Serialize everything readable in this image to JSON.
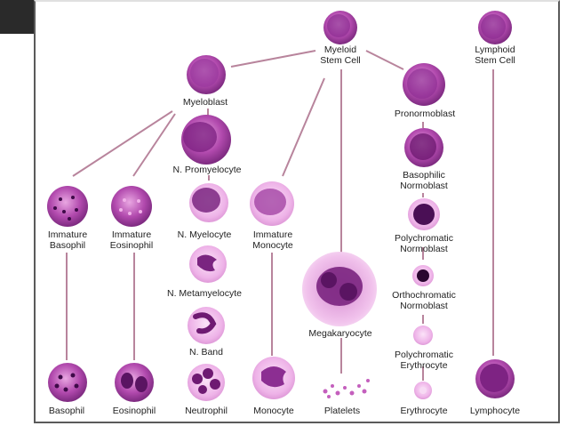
{
  "colors": {
    "cell_light": "#f6c9f2",
    "cell_mid": "#c05cb8",
    "cell_dark": "#6e1a72",
    "nucleus": "#3e0a48",
    "connector": "#b8849c",
    "frame": "#5a5a5a"
  },
  "labels": {
    "myeloid_stem_cell": [
      "Myeloid",
      "Stem Cell"
    ],
    "lymphoid_stem_cell": [
      "Lymphoid",
      "Stem Cell"
    ],
    "myeloblast": [
      "Myeloblast"
    ],
    "pronormoblast": [
      "Pronormoblast"
    ],
    "n_promyelocyte": [
      "N. Promyelocyte"
    ],
    "basophilic_normoblast": [
      "Basophilic",
      "Normoblast"
    ],
    "immature_basophil": [
      "Immature",
      "Basophil"
    ],
    "immature_eosinophil": [
      "Immature",
      "Eosinophil"
    ],
    "n_myelocyte": [
      "N. Myelocyte"
    ],
    "immature_monocyte": [
      "Immature",
      "Monocyte"
    ],
    "polychromatic_normoblast": [
      "Polychromatic",
      "Normoblast"
    ],
    "n_metamyelocyte": [
      "N. Metamyelocyte"
    ],
    "megakaryocyte": [
      "Megakaryocyte"
    ],
    "orthochromatic_normoblast": [
      "Orthochromatic",
      "Normoblast"
    ],
    "n_band": [
      "N. Band"
    ],
    "polychromatic_erythrocyte": [
      "Polychromatic",
      "Erythrocyte"
    ],
    "basophil": [
      "Basophil"
    ],
    "eosinophil": [
      "Eosinophil"
    ],
    "neutrophil": [
      "Neutrophil"
    ],
    "monocyte": [
      "Monocyte"
    ],
    "platelets": [
      "Platelets"
    ],
    "erythrocyte": [
      "Erythrocyte"
    ],
    "lymphocyte": [
      "Lymphocyte"
    ]
  }
}
